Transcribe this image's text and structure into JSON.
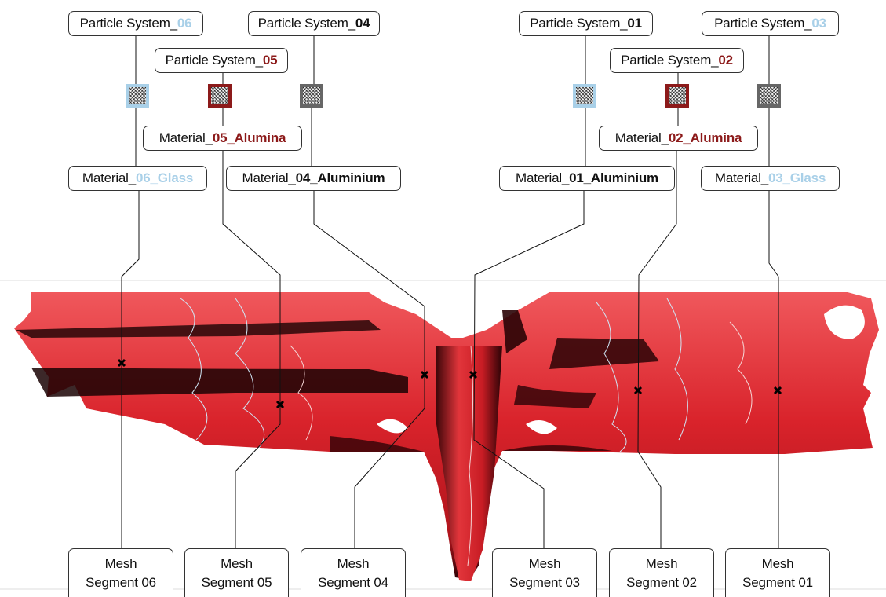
{
  "colors": {
    "dark_red": "#8c1a1a",
    "light_blue": "#a9d0e8",
    "gray": "#666666",
    "black": "#111111",
    "mesh_red": "#d9232b"
  },
  "particle_systems": [
    {
      "id": "ps06",
      "prefix": "Particle System_",
      "suffix": "06",
      "tone": "light_blue"
    },
    {
      "id": "ps04",
      "prefix": "Particle System_",
      "suffix": "04",
      "tone": "black"
    },
    {
      "id": "ps05",
      "prefix": "Particle System_",
      "suffix": "05",
      "tone": "dark_red"
    },
    {
      "id": "ps01",
      "prefix": "Particle System_",
      "suffix": "01",
      "tone": "black"
    },
    {
      "id": "ps02",
      "prefix": "Particle System_",
      "suffix": "02",
      "tone": "dark_red"
    },
    {
      "id": "ps03",
      "prefix": "Particle System_",
      "suffix": "03",
      "tone": "light_blue"
    }
  ],
  "materials": [
    {
      "id": "m05",
      "prefix": "Material_",
      "suffix": "05_Alumina",
      "tone": "dark_red"
    },
    {
      "id": "m06",
      "prefix": "Material_",
      "suffix": "06_Glass",
      "tone": "light_blue"
    },
    {
      "id": "m04",
      "prefix": "Material_",
      "suffix": "04_Aluminium",
      "tone": "black"
    },
    {
      "id": "m02",
      "prefix": "Material_",
      "suffix": "02_Alumina",
      "tone": "dark_red"
    },
    {
      "id": "m01",
      "prefix": "Material_",
      "suffix": "01_Aluminium",
      "tone": "black"
    },
    {
      "id": "m03",
      "prefix": "Material_",
      "suffix": "03_Glass",
      "tone": "light_blue"
    }
  ],
  "swatches": [
    {
      "id": "sw06",
      "name": "texture-swatch-06",
      "tone": "light_blue"
    },
    {
      "id": "sw05",
      "name": "texture-swatch-05",
      "tone": "dark_red"
    },
    {
      "id": "sw04",
      "name": "texture-swatch-04",
      "tone": "gray"
    },
    {
      "id": "sw01",
      "name": "texture-swatch-01",
      "tone": "light_blue"
    },
    {
      "id": "sw02",
      "name": "texture-swatch-02",
      "tone": "dark_red"
    },
    {
      "id": "sw03",
      "name": "texture-swatch-03",
      "tone": "gray"
    }
  ],
  "mesh_segments": [
    {
      "id": "seg06",
      "line1": "Mesh",
      "line2": "Segment 06"
    },
    {
      "id": "seg05",
      "line1": "Mesh",
      "line2": "Segment 05"
    },
    {
      "id": "seg04",
      "line1": "Mesh",
      "line2": "Segment 04"
    },
    {
      "id": "seg03",
      "line1": "Mesh",
      "line2": "Segment 03"
    },
    {
      "id": "seg02",
      "line1": "Mesh",
      "line2": "Segment 02"
    },
    {
      "id": "seg01",
      "line1": "Mesh",
      "line2": "Segment 01"
    }
  ]
}
